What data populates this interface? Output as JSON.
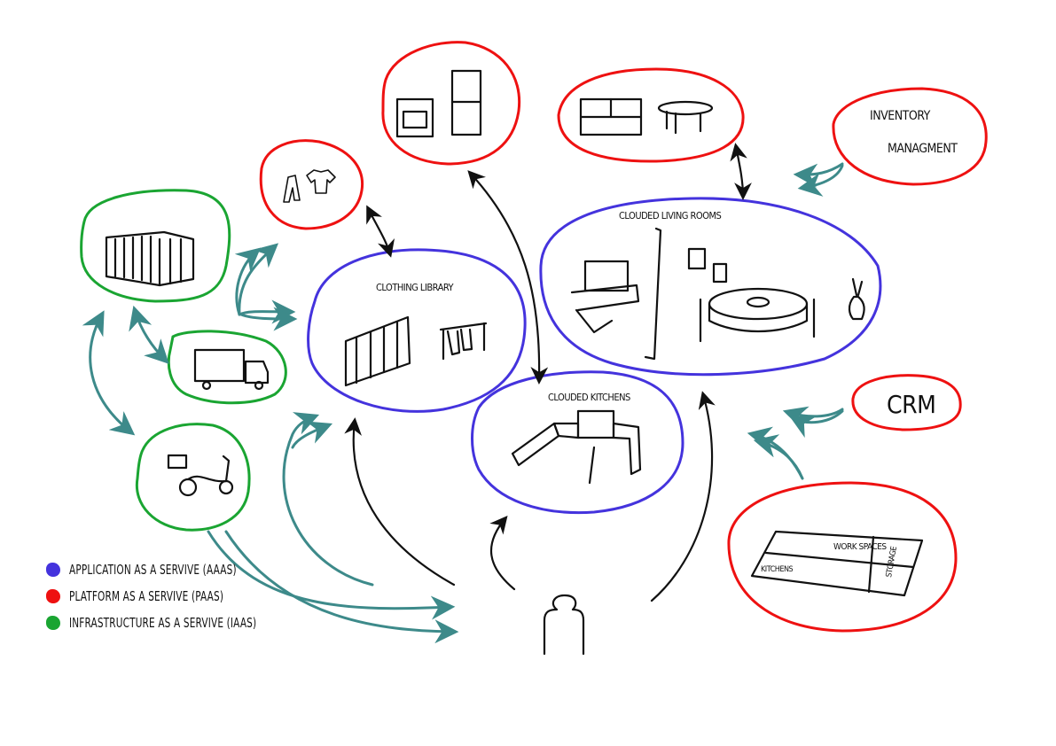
{
  "colors": {
    "aaas": "#4433dd",
    "paas": "#ee1111",
    "iaas": "#1aa532",
    "flow_arrow": "#3d8a8a",
    "user_arrow": "#111111"
  },
  "nodes": {
    "clothing_library": {
      "label": "CLOTHING LIBRARY",
      "tier": "aaas",
      "icons": [
        "wardrobe-icon",
        "clothes-rack-icon"
      ]
    },
    "clouded_kitchens": {
      "label": "CLOUDED KITCHENS",
      "tier": "aaas",
      "icons": [
        "kitchen-layout-icon"
      ]
    },
    "clouded_living_rooms": {
      "label": "CLOUDED LIVING ROOMS",
      "tier": "aaas",
      "icons": [
        "desk-computer-icon",
        "dining-table-icon",
        "vase-icon"
      ]
    },
    "clothes": {
      "tier": "paas",
      "icons": [
        "trousers-icon",
        "shirt-icon"
      ]
    },
    "appliances": {
      "tier": "paas",
      "icons": [
        "stove-icon",
        "fridge-icon"
      ]
    },
    "furniture": {
      "tier": "paas",
      "icons": [
        "sofa-icon",
        "coffee-table-icon"
      ]
    },
    "inventory_management": {
      "label_line1": "INVENTORY",
      "label_line2": "MANAGMENT",
      "tier": "paas"
    },
    "crm": {
      "label": "CRM",
      "tier": "paas"
    },
    "floor_plan": {
      "tier": "paas",
      "labels": {
        "work_spaces": "WORK SPACES",
        "kitchens": "KITCHENS",
        "storage": "STORAGE"
      }
    },
    "container": {
      "tier": "iaas",
      "icons": [
        "shipping-container-icon"
      ]
    },
    "truck": {
      "tier": "iaas",
      "icons": [
        "truck-icon"
      ]
    },
    "scooter": {
      "tier": "iaas",
      "icons": [
        "scooter-icon"
      ]
    },
    "user": {
      "icons": [
        "person-icon"
      ]
    }
  },
  "legend": [
    {
      "key": "aaas",
      "label": "APPLICATION AS A SERVIVE (AAAS)"
    },
    {
      "key": "paas",
      "label": "PLATFORM AS A SERVIVE (PAAS)"
    },
    {
      "key": "iaas",
      "label": "INFRASTRUCTURE AS A SERVIVE (IAAS)"
    }
  ]
}
